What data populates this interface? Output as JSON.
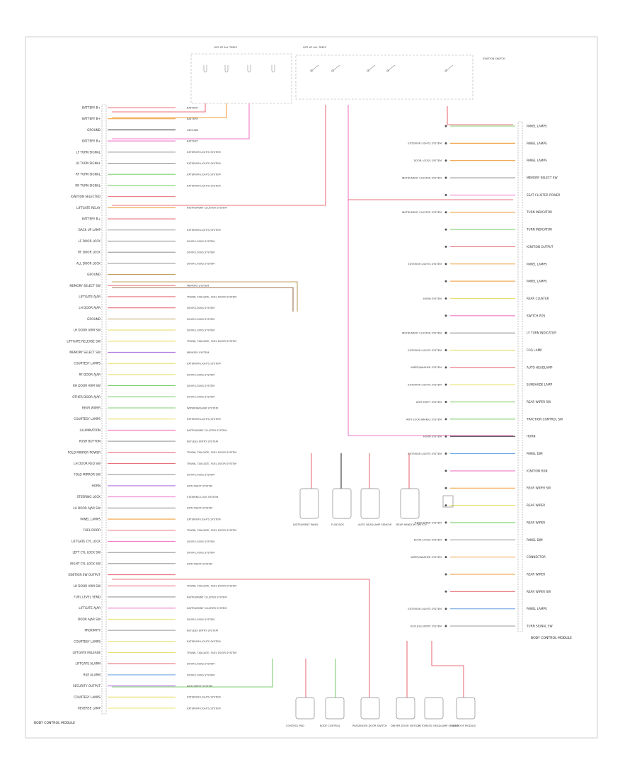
{
  "colors": {
    "red": "#e8707a",
    "pink": "#f07ac8",
    "orange": "#f0a040",
    "yellow": "#e8e070",
    "green": "#7fcf70",
    "violet": "#b070e0",
    "blue": "#70a8e8",
    "tan": "#c0a060",
    "gray": "#9a9a9a",
    "black": "#333333",
    "brown": "#a07050"
  },
  "top": {
    "fuse_labels": [
      "HOT AT ALL TIMES",
      "HOT AT ALL TIMES",
      "IGNITION SWITCH"
    ]
  },
  "left_pins": [
    {
      "label": "BATTERY B+",
      "color": "red",
      "lead": "BATTERY"
    },
    {
      "label": "BATTERY B+",
      "color": "orange",
      "lead": "BATTERY"
    },
    {
      "label": "GROUND",
      "color": "black",
      "lead": "GROUND"
    },
    {
      "label": "BATTERY B+",
      "color": "pink",
      "lead": "BATTERY"
    },
    {
      "label": "LF TURN SIGNAL",
      "color": "gray",
      "lead": "EXTERIOR LIGHTS SYSTEM"
    },
    {
      "label": "LR TURN SIGNAL",
      "color": "gray",
      "lead": "EXTERIOR LIGHTS SYSTEM"
    },
    {
      "label": "RF TURN SIGNAL",
      "color": "green",
      "lead": "EXTERIOR LIGHTS SYSTEM"
    },
    {
      "label": "RR TURN SIGNAL",
      "color": "green",
      "lead": "EXTERIOR LIGHTS SYSTEM"
    },
    {
      "label": "IGNITION SELECTED",
      "color": "red",
      "lead": ""
    },
    {
      "label": "LIFTGATE RELAY",
      "color": "orange",
      "lead": "INSTRUMENT CLUSTER SYSTEM"
    },
    {
      "label": "BATTERY B+",
      "color": "red",
      "lead": ""
    },
    {
      "label": "BACK UP LAMP",
      "color": "gray",
      "lead": "EXTERIOR LIGHTS SYSTEM"
    },
    {
      "label": "LF DOOR LOCK",
      "color": "gray",
      "lead": "DOOR LOCKS SYSTEM"
    },
    {
      "label": "RF DOOR LOCK",
      "color": "gray",
      "lead": "DOOR LOCKS SYSTEM"
    },
    {
      "label": "ALL DOOR LOCK",
      "color": "gray",
      "lead": "DOOR LOCKS SYSTEM"
    },
    {
      "label": "GROUND",
      "color": "tan",
      "lead": ""
    },
    {
      "label": "MEMORY SELECT SW",
      "color": "red",
      "lead": "MEMORY SYSTEM"
    },
    {
      "label": "LIFTGATE AJAR",
      "color": "red",
      "lead": "TRUNK, TAILGATE, FUEL DOOR SYSTEM"
    },
    {
      "label": "LH DOOR AJAR",
      "color": "red",
      "lead": "DOOR LOCKS SYSTEM"
    },
    {
      "label": "GROUND",
      "color": "tan",
      "lead": "DOOR LOCKS SYSTEM"
    },
    {
      "label": "LH DOOR ARM SW",
      "color": "yellow",
      "lead": "DOOR LOCKS SYSTEM"
    },
    {
      "label": "LIFTGATE RELEASE SW",
      "color": "yellow",
      "lead": "TRUNK, TAILGATE, FUEL DOOR SYSTEM"
    },
    {
      "label": "MEMORY SELECT SW",
      "color": "violet",
      "lead": "MEMORY SYSTEM"
    },
    {
      "label": "COURTESY LAMPS",
      "color": "yellow",
      "lead": "EXTERIOR LIGHTS SYSTEM"
    },
    {
      "label": "RF DOOR AJAR",
      "color": "yellow",
      "lead": "DOOR LOCKS SYSTEM"
    },
    {
      "label": "RH DOOR ARM SW",
      "color": "green",
      "lead": "DOOR LOCKS SYSTEM"
    },
    {
      "label": "OTHER DOOR AJAR",
      "color": "green",
      "lead": "DOOR LOCKS SYSTEM"
    },
    {
      "label": "REAR WIPER",
      "color": "green",
      "lead": "WIPER/WASHER SYSTEM"
    },
    {
      "label": "COURTESY LAMPS",
      "color": "yellow",
      "lead": "EXTERIOR LIGHTS SYSTEM"
    },
    {
      "label": "ILLUMINATION",
      "color": "pink",
      "lead": "INSTRUMENT CLUSTER SYSTEM"
    },
    {
      "label": "PUSH BUTTON",
      "color": "gray",
      "lead": "KEYLESS ENTRY SYSTEM"
    },
    {
      "label": "FOLD MIRROR POWER",
      "color": "red",
      "lead": "TRUNK, TAILGATE, FUEL DOOR SYSTEM"
    },
    {
      "label": "LH DOOR REQ SW",
      "color": "red",
      "lead": "TRUNK, TAILGATE, FUEL DOOR SYSTEM"
    },
    {
      "label": "FOLD MIRROR SW",
      "color": "gray",
      "lead": "DOOR LOCKS SYSTEM"
    },
    {
      "label": "HORN",
      "color": "violet",
      "lead": "ANTI-THEFT SYSTEM"
    },
    {
      "label": "STEERING LOCK",
      "color": "pink",
      "lead": "STEERING LOCK SYSTEM"
    },
    {
      "label": "LH DOOR AJAR SW",
      "color": "gray",
      "lead": "ANTI-THEFT SYSTEM"
    },
    {
      "label": "PANEL LAMPS",
      "color": "orange",
      "lead": "EXTERIOR LIGHTS SYSTEM"
    },
    {
      "label": "FUEL DOOR",
      "color": "red",
      "lead": "TRUNK, TAILGATE, FUEL DOOR SYSTEM"
    },
    {
      "label": "LIFTGATE CYL LOCK",
      "color": "pink",
      "lead": "DOOR LOCKS SYSTEM"
    },
    {
      "label": "LEFT CYL LOCK SW",
      "color": "gray",
      "lead": "DOOR LOCKS SYSTEM"
    },
    {
      "label": "RIGHT CYL LOCK SW",
      "color": "gray",
      "lead": "ANTI-THEFT SYSTEM"
    },
    {
      "label": "IGNITION SW OUTPUT",
      "color": "red",
      "lead": ""
    },
    {
      "label": "LH DOOR ARM SW",
      "color": "red",
      "lead": "TRUNK, TAILGATE, FUEL DOOR SYSTEM"
    },
    {
      "label": "FUEL LEVEL SEND",
      "color": "gray",
      "lead": "INSTRUMENT CLUSTER SYSTEM"
    },
    {
      "label": "LIFTGATE AJAR",
      "color": "pink",
      "lead": "INSTRUMENT CLUSTER SYSTEM"
    },
    {
      "label": "DOOR AJAR SW",
      "color": "yellow",
      "lead": "DOOR LOCKS SYSTEM"
    },
    {
      "label": "PROXIMITY",
      "color": "gray",
      "lead": "KEYLESS ENTRY SYSTEM"
    },
    {
      "label": "COURTESY LAMPS",
      "color": "yellow",
      "lead": "EXTERIOR LIGHTS SYSTEM"
    },
    {
      "label": "LIFTGATE RELEASE",
      "color": "yellow",
      "lead": "TRUNK, TAILGATE, FUEL DOOR SYSTEM"
    },
    {
      "label": "LIFTGATE ALARM",
      "color": "red",
      "lead": "DOOR LOCKS SYSTEM"
    },
    {
      "label": "RKE ALARM",
      "color": "blue",
      "lead": "DOOR LOCKS SYSTEM"
    },
    {
      "label": "SECURITY OUTPUT",
      "color": "violet",
      "lead": "ANTI-THEFT SYSTEM"
    },
    {
      "label": "COURTESY LAMPS",
      "color": "yellow",
      "lead": "EXTERIOR LIGHTS SYSTEM"
    },
    {
      "label": "REVERSE LAMP",
      "color": "yellow",
      "lead": "EXTERIOR LIGHTS SYSTEM"
    }
  ],
  "right_pins": [
    {
      "label": "PANEL LAMPS",
      "color": "green",
      "lead": ""
    },
    {
      "label": "PANEL LAMPS",
      "color": "orange",
      "lead": "EXTERIOR LIGHTS SYSTEM"
    },
    {
      "label": "PANEL LAMPS",
      "color": "orange",
      "lead": "DOOR LOCKS SYSTEM"
    },
    {
      "label": "MEMORY SELECT SW",
      "color": "gray",
      "lead": "INSTRUMENT CLUSTER SYSTEM"
    },
    {
      "label": "SEAT CLUSTER POWER",
      "color": "pink",
      "lead": ""
    },
    {
      "label": "TURN INDICATOR",
      "color": "orange",
      "lead": "INSTRUMENT CLUSTER SYSTEM"
    },
    {
      "label": "TURN INDICATOR",
      "color": "green",
      "lead": ""
    },
    {
      "label": "IGNITION OUTPUT",
      "color": "red",
      "lead": ""
    },
    {
      "label": "PANEL LAMPS",
      "color": "orange",
      "lead": "EXTERIOR LIGHTS SYSTEM"
    },
    {
      "label": "PANEL LAMPS",
      "color": "orange",
      "lead": ""
    },
    {
      "label": "REAR CLUSTER",
      "color": "yellow",
      "lead": "HORN SYSTEM"
    },
    {
      "label": "SWITCH POS",
      "color": "pink",
      "lead": ""
    },
    {
      "label": "LF TURN INDICATOR",
      "color": "gray",
      "lead": "INSTRUMENT CLUSTER SYSTEM"
    },
    {
      "label": "FOG LAMP",
      "color": "yellow",
      "lead": "EXTERIOR LIGHTS SYSTEM"
    },
    {
      "label": "AUTO HEADLAMP",
      "color": "red",
      "lead": "WIPER/WASHER SYSTEM"
    },
    {
      "label": "SUNSHADE LAMP",
      "color": "yellow",
      "lead": "EXTERIOR LIGHTS SYSTEM"
    },
    {
      "label": "REAR WIPER SW",
      "color": "green",
      "lead": "ANTI-THEFT SYSTEM"
    },
    {
      "label": "TRACTION CONTROL SW",
      "color": "green",
      "lead": "ANTI-LOCK BRAKES SYSTEM"
    },
    {
      "label": "HORN",
      "color": "black",
      "lead": "HORN SYSTEM"
    },
    {
      "label": "PANEL DIM",
      "color": "blue",
      "lead": "EXTERIOR LIGHTS SYSTEM"
    },
    {
      "label": "IGNITION RUN",
      "color": "pink",
      "lead": ""
    },
    {
      "label": "REAR WIPER SW",
      "color": "orange",
      "lead": ""
    },
    {
      "label": "REAR WIPER",
      "color": "yellow",
      "lead": ""
    },
    {
      "label": "REAR WIPER",
      "color": "green",
      "lead": "REAR WIPER SYSTEM"
    },
    {
      "label": "PANEL DIM",
      "color": "gray",
      "lead": "DOOR LOCKS SYSTEM"
    },
    {
      "label": "CONNECTOR",
      "color": "orange",
      "lead": "WIPER/WASHER SYSTEM"
    },
    {
      "label": "REAR WIPER",
      "color": "orange",
      "lead": ""
    },
    {
      "label": "REAR WIPER SW",
      "color": "red",
      "lead": ""
    },
    {
      "label": "PANEL LAMPS",
      "color": "blue",
      "lead": "EXTERIOR LIGHTS SYSTEM"
    },
    {
      "label": "TURN SIGNAL SW",
      "color": "gray",
      "lead": "KEYLESS ENTRY SYSTEM"
    }
  ],
  "module_labels": {
    "left": "BODY CONTROL MODULE",
    "right": "BODY CONTROL MODULE"
  },
  "bottom_components": [
    "CONTROL PAD",
    "BODY CONTROL",
    "PASSENGER DOOR SWITCH",
    "DRIVER DOOR SWITCH",
    "AUTOMATIC HEADLAMP SENSOR",
    "SUNROOF MODULE"
  ],
  "middle_components": [
    "INSTRUMENT PANEL",
    "FUSE BOX",
    "AUTO HEADLAMP SENSOR",
    "REAR WINDOW SWITCH"
  ]
}
